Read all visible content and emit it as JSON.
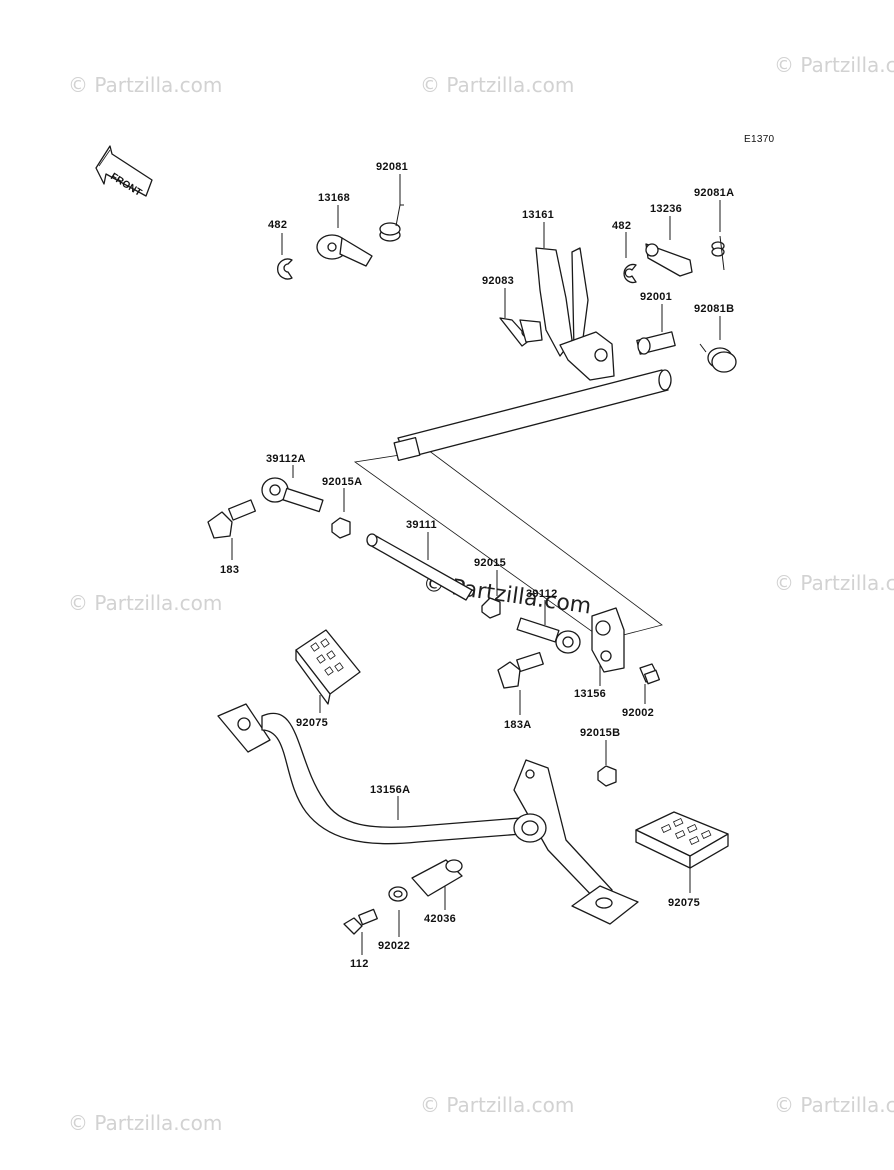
{
  "diagram_code": "E1370",
  "front_label": "FRONT",
  "watermark": "© Partzilla.com",
  "center_watermark": "© Partzilla.com",
  "parts": {
    "p482_left": "482",
    "p13168": "13168",
    "p92081": "92081",
    "p13161": "13161",
    "p482_right": "482",
    "p13236": "13236",
    "p92081A": "92081A",
    "p92083": "92083",
    "p92001": "92001",
    "p92081B": "92081B",
    "p39112A": "39112A",
    "p92015A": "92015A",
    "p183": "183",
    "p39111": "39111",
    "p92015": "92015",
    "p39112": "39112",
    "p13156": "13156",
    "p92002": "92002",
    "p183A": "183A",
    "p92015B": "92015B",
    "p92075_left": "92075",
    "p13156A": "13156A",
    "p92075_right": "92075",
    "p42036": "42036",
    "p92022": "92022",
    "p112": "112"
  }
}
